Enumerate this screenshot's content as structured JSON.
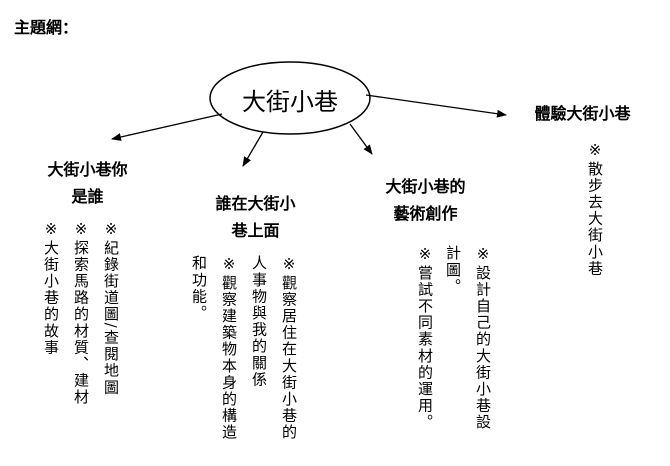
{
  "heading": "主題網：",
  "center": "大街小巷",
  "nodes": [
    {
      "title": "大街小巷你是誰",
      "line1": "大街小巷你",
      "line2": "是誰",
      "items": [
        "※紀錄街道圖/查閱地圖",
        "※探索馬路的材質、建材",
        "※大街小巷的故事"
      ]
    },
    {
      "title": "誰在大街小巷上面",
      "line1": "誰在大街小",
      "line2": "巷上面",
      "items": [
        "※觀察居住在大街小巷的人事物與我的關係",
        "※觀察建築物本身的構造和功能。"
      ]
    },
    {
      "title": "大街小巷的藝術創作",
      "line1": "大街小巷的",
      "line2": "藝術創作",
      "items": [
        "※設計自己的大街小巷設計圖。",
        "※嘗試不同素材的運用。"
      ]
    },
    {
      "title": "體驗大街小巷",
      "line1": "體驗大街小巷",
      "items": [
        "※散步去大街小巷"
      ]
    }
  ]
}
